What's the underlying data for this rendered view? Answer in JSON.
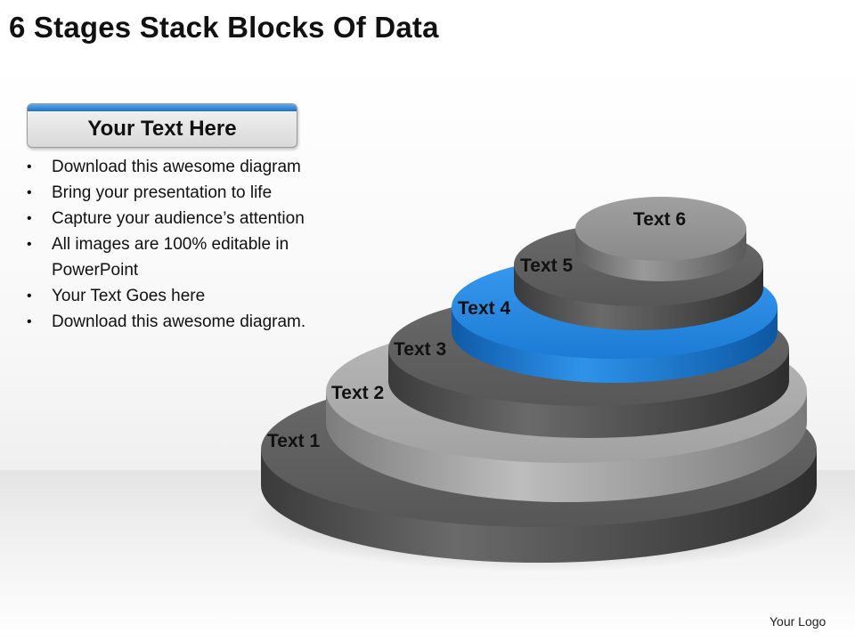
{
  "title": "6 Stages Stack Blocks Of Data",
  "header_box": {
    "label": "Your Text Here",
    "accent": "#1f78d1"
  },
  "bullets": [
    "Download this awesome diagram",
    "Bring your presentation to life",
    "Capture your audience’s attention",
    "All images are 100% editable in PowerPoint",
    "Your Text Goes here",
    "Download this awesome diagram."
  ],
  "bullet_glyph": "•",
  "stages": [
    {
      "label": "Text 1",
      "color": "dark-gray"
    },
    {
      "label": "Text 2",
      "color": "light-gray"
    },
    {
      "label": "Text 3",
      "color": "dark-gray"
    },
    {
      "label": "Text 4",
      "color": "blue",
      "highlight": true
    },
    {
      "label": "Text 5",
      "color": "dark-gray"
    },
    {
      "label": "Text 6",
      "color": "gray"
    }
  ],
  "colors": {
    "dark_gray": "#555555",
    "light_gray": "#a6a6a6",
    "gray": "#8c8c8c",
    "blue": "#1f7fd6"
  },
  "logo": "Your Logo"
}
